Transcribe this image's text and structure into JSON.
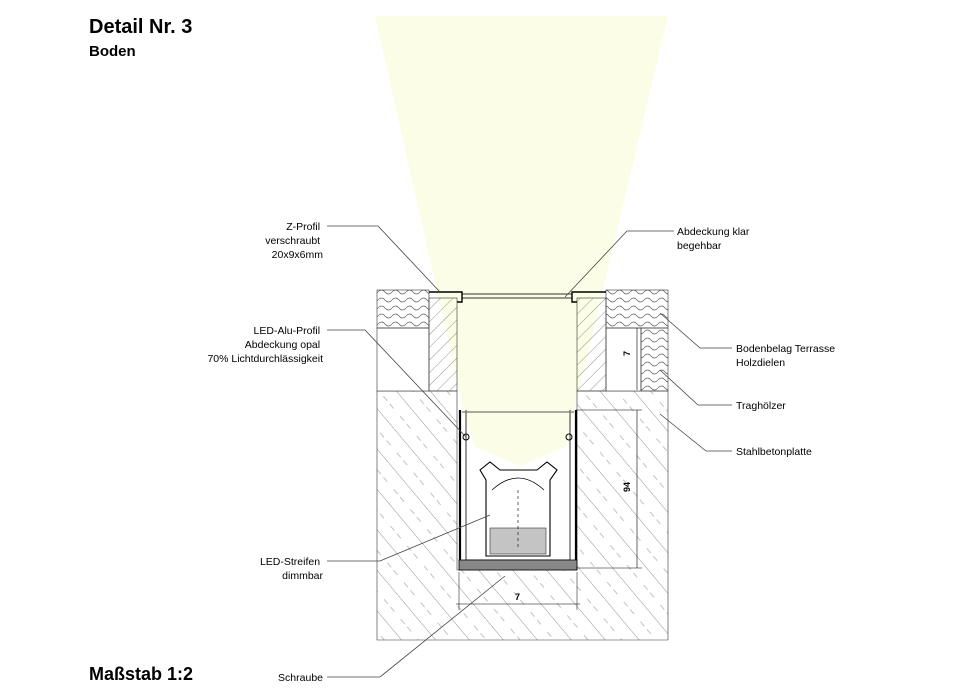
{
  "header": {
    "title": "Detail Nr. 3",
    "subtitle": "Boden"
  },
  "footer": {
    "scale": "Maßstab 1:2"
  },
  "labels": {
    "z_profil": [
      "Z-Profil",
      "verschraubt",
      "20x9x6mm"
    ],
    "led_alu_profil": [
      "LED-Alu-Profil",
      "Abdeckung opal",
      "70% Lichtdurchlässigkeit"
    ],
    "led_streifen": [
      "LED-Streifen",
      "dimmbar"
    ],
    "schraube": [
      "Schraube"
    ],
    "abdeckung_klar": [
      "Abdeckung klar",
      "begehbar"
    ],
    "bodenbelag": [
      "Bodenbelag Terrasse",
      "Holzdielen"
    ],
    "tragholzer": [
      "Traghölzer"
    ],
    "stahlbeton": [
      "Stahlbetonplatte"
    ]
  },
  "dimensions": {
    "top_height": "7",
    "profile_height": "94",
    "profile_width": "7"
  },
  "colors": {
    "light_beam": "#fbfde6",
    "led_fill": "#c4c4c4"
  }
}
